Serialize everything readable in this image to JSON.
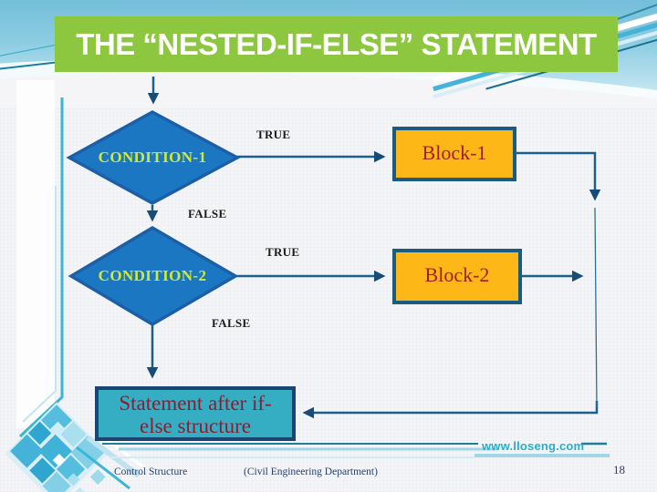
{
  "slide": {
    "title": "THE “NESTED-IF-ELSE” STATEMENT",
    "page_number": "18"
  },
  "flowchart": {
    "condition1": {
      "label": "CONDITION-1",
      "true_label": "TRUE",
      "false_label": "FALSE"
    },
    "condition2": {
      "label": "CONDITION-2",
      "true_label": "TRUE",
      "false_label": "FALSE"
    },
    "block1": {
      "label": "Block-1"
    },
    "block2": {
      "label": "Block-2"
    },
    "statement": {
      "label": "Statement after if-else structure",
      "line1": "Statement after if-",
      "line2": "else structure"
    }
  },
  "footer": {
    "left": "Control Structure",
    "center": "(Civil Engineering Department)",
    "watermark": "www.lloseng.com"
  },
  "colors": {
    "banner_green": "#8dc63f",
    "sky_blue": "#74bed9",
    "diamond_fill": "#1b77c2",
    "diamond_border": "#1d5fa6",
    "diamond_text": "#cfe83c",
    "block_fill": "#fdb717",
    "block_border": "#1c5b80",
    "block_text": "#a11d1d",
    "statement_fill": "#35aec4",
    "statement_border": "#1b4570",
    "statement_text": "#8b1f30",
    "connector": "#1b5f8c",
    "watermark_teal": "#2aaec9",
    "footer_text": "#25406b"
  }
}
